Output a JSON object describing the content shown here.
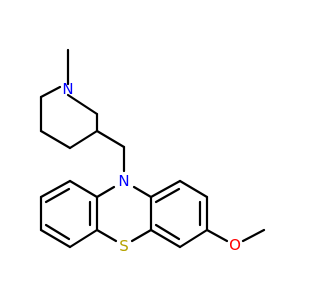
{
  "atoms": [
    {
      "id": "n_piperidine",
      "symbol": "N",
      "color": "#0000ff"
    },
    {
      "id": "n_phenothiazine",
      "symbol": "N",
      "color": "#0000ff"
    },
    {
      "id": "s_phenothiazine",
      "symbol": "S",
      "color": "#b5a300"
    },
    {
      "id": "o_methoxy",
      "symbol": "O",
      "color": "#ff0000"
    }
  ],
  "colors": {
    "bond": "#000000",
    "background": "#ffffff"
  }
}
